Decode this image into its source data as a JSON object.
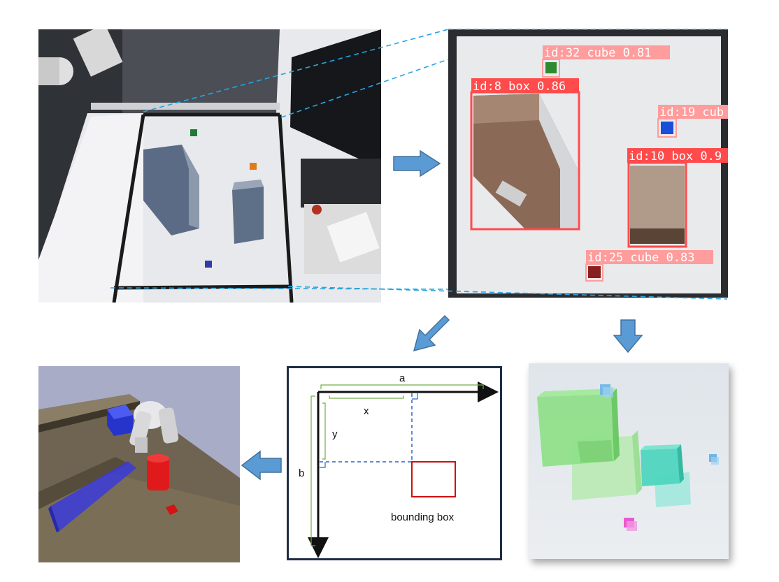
{
  "detections": [
    {
      "label": "id:32 cube 0.81",
      "kind": "cube"
    },
    {
      "label": "id:8 box 0.86",
      "kind": "box"
    },
    {
      "label": "id:19 cub",
      "kind": "cube"
    },
    {
      "label": "id:10 box 0.9",
      "kind": "box"
    },
    {
      "label": "id:25 cube 0.83",
      "kind": "cube"
    }
  ],
  "diagram": {
    "a": "a",
    "b": "b",
    "x": "x",
    "y": "y",
    "bbox_caption": "bounding box"
  },
  "colors": {
    "arrow_fill": "#5b9bd5",
    "dashed_connector": "#29a3e0",
    "detection_box": "#ff4b4b",
    "label_bg_cube": "#ff9c9c",
    "label_bg_box": "#ff4b4b",
    "diagram_border": "#1f2d44",
    "brace": "#70ad47",
    "bbox_outline": "#d01010",
    "guide_dashed": "#3064c8",
    "green_block": "#7fd97a",
    "teal_block": "#4fd6bf",
    "blue_cube": "#6cb6e6",
    "magenta_cube": "#e85bcf"
  }
}
